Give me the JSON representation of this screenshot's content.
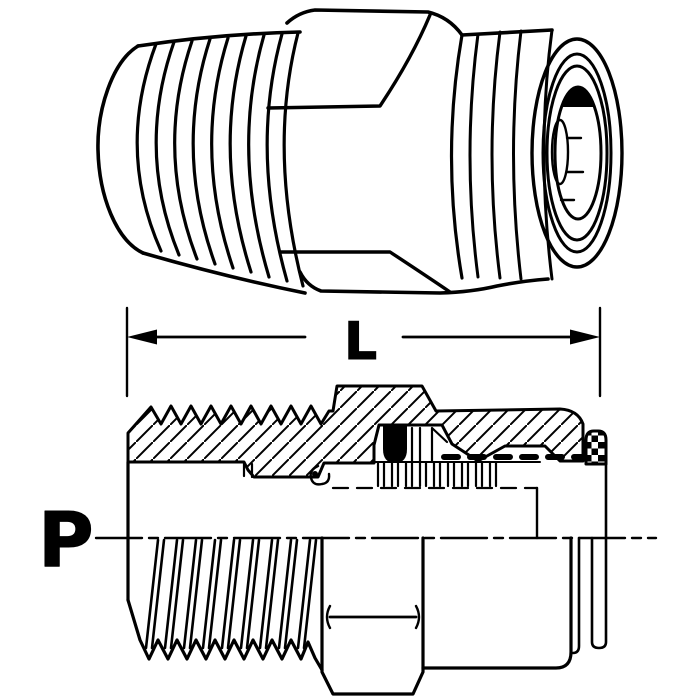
{
  "page": {
    "background": "#ffffff",
    "ink": "#000000"
  },
  "drawing": {
    "type": "technical-line-drawing",
    "subject": "push-to-connect male adapter fitting",
    "views": {
      "top": "external perspective view (male tapered thread, hex, push-in collet end)",
      "bottom": "half-section view (top half sectioned with hatching, bottom half exterior)"
    },
    "labels": {
      "length_dimension": "L",
      "port_label": "P"
    },
    "colors": {
      "line": "#000000",
      "fill_oring": "#000000",
      "background": "#ffffff"
    }
  }
}
